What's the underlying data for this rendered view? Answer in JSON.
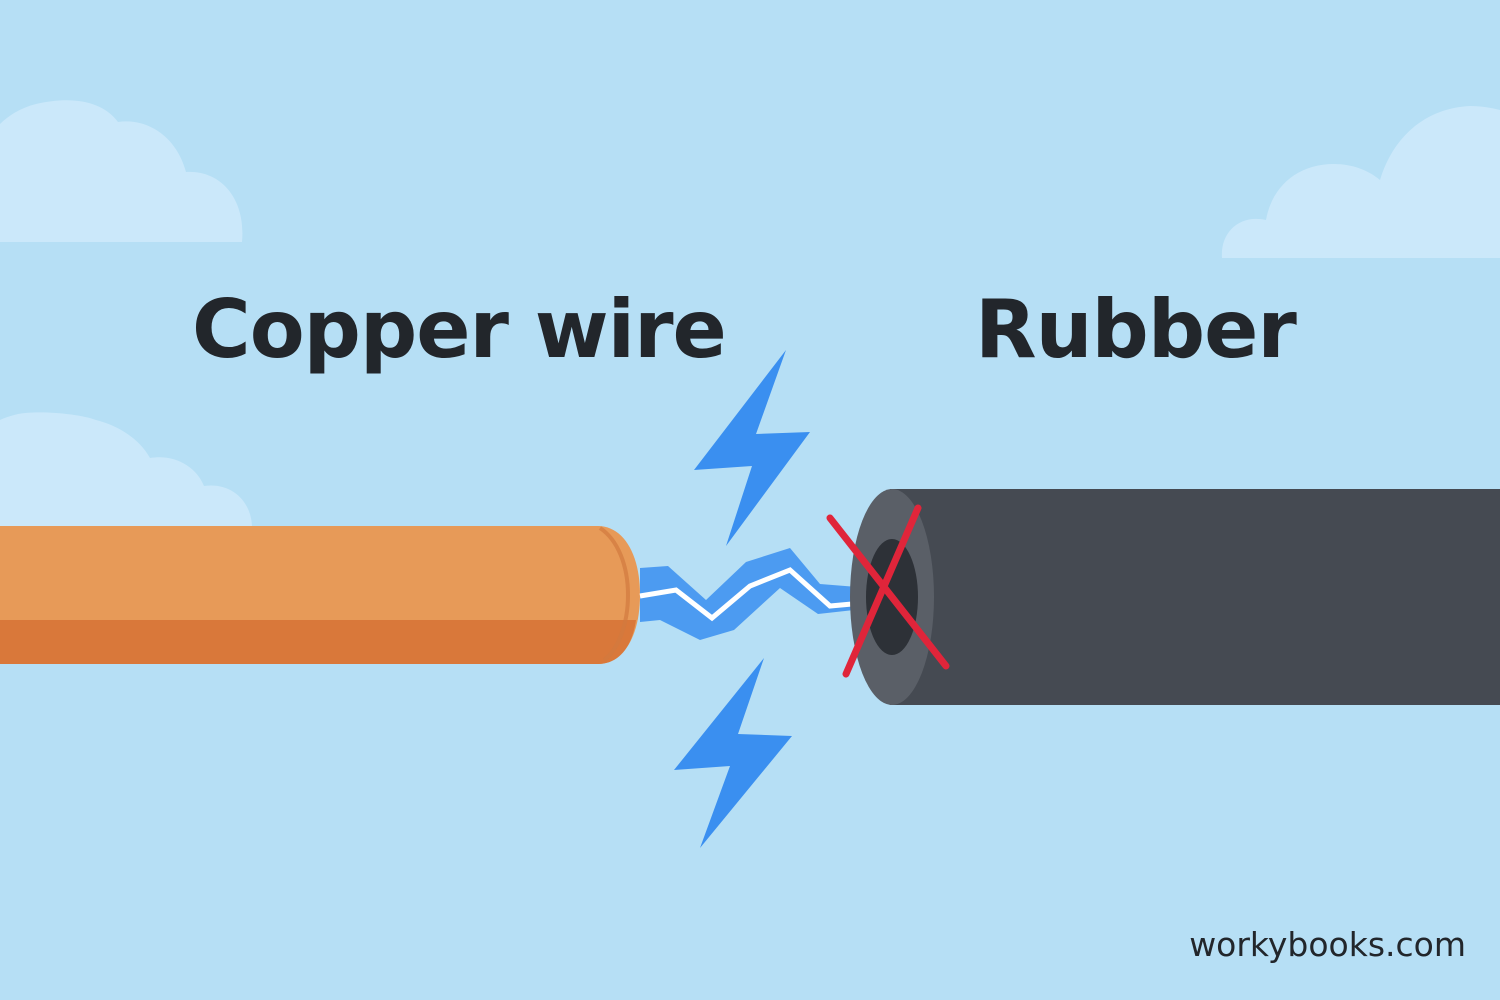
{
  "labels": {
    "conductor": "Copper wire",
    "insulator": "Rubber"
  },
  "watermark": "workybooks.com",
  "colors": {
    "sky": "#b6dff5",
    "cloud": "#cbe8fa",
    "copper_top": "#e79a58",
    "copper_bottom": "#d9783a",
    "rubber_body": "#454a52",
    "rubber_end_ring": "#5a5f67",
    "rubber_hole": "#2d3137",
    "bolt": "#3a8ff0",
    "spark_core": "#ffffff",
    "cross": "#e0253a",
    "text": "#22262b"
  },
  "icons": [
    "cloud-icon",
    "lightning-bolt-icon",
    "electric-spark-icon",
    "red-x-icon"
  ]
}
